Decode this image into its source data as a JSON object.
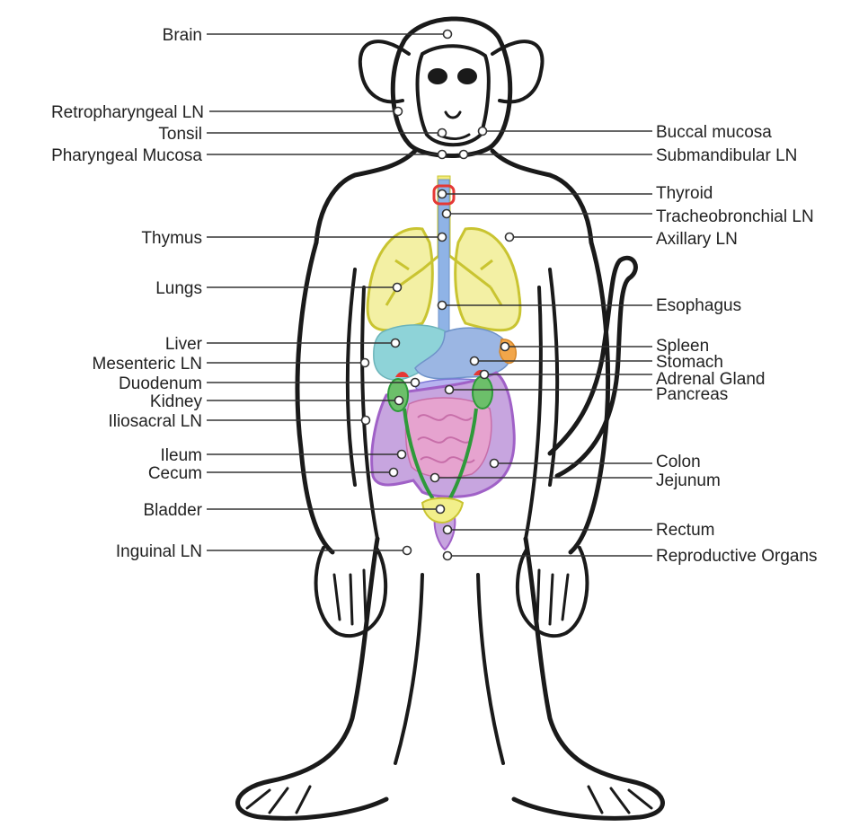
{
  "labels": {
    "brain": "Brain",
    "retropharyngeal_ln": "Retropharyngeal LN",
    "tonsil": "Tonsil",
    "pharyngeal_mucosa": "Pharyngeal Mucosa",
    "thymus": "Thymus",
    "lungs": "Lungs",
    "liver": "Liver",
    "mesenteric_ln": "Mesenteric LN",
    "duodenum": "Duodenum",
    "kidney": "Kidney",
    "iliosacral_ln": "Iliosacral LN",
    "ileum": "Ileum",
    "cecum": "Cecum",
    "bladder": "Bladder",
    "inguinal_ln": "Inguinal LN",
    "buccal_mucosa": "Buccal mucosa",
    "submandibular_ln": "Submandibular LN",
    "thyroid": "Thyroid",
    "tracheobronchial_ln": "Tracheobronchial LN",
    "axillary_ln": "Axillary LN",
    "esophagus": "Esophagus",
    "spleen": "Spleen",
    "stomach": "Stomach",
    "adrenal_gland": "Adrenal Gland",
    "pancreas": "Pancreas",
    "colon": "Colon",
    "jejunum": "Jejunum",
    "rectum": "Rectum",
    "reproductive_organs": "Reproductive Organs"
  },
  "colors": {
    "lungs": "#f3f0a4",
    "lungs_outline": "#c9c431",
    "liver": "#8ed3d8",
    "stomach": "#9bb6e3",
    "esophagus": "#8fb3e6",
    "trachea": "#f3ec7c",
    "thyroid": "#e53935",
    "spleen": "#f2a64a",
    "pancreas": "#b7b3f0",
    "colon": "#c7a5df",
    "colon_outline": "#a061c7",
    "jejunum": "#e6a3cf",
    "kidney": "#6cbf6a",
    "ureter": "#2e9a3a",
    "bladder": "#f2ef8a",
    "rectum": "#c7a5df",
    "body_outline": "#1a1a1a"
  }
}
